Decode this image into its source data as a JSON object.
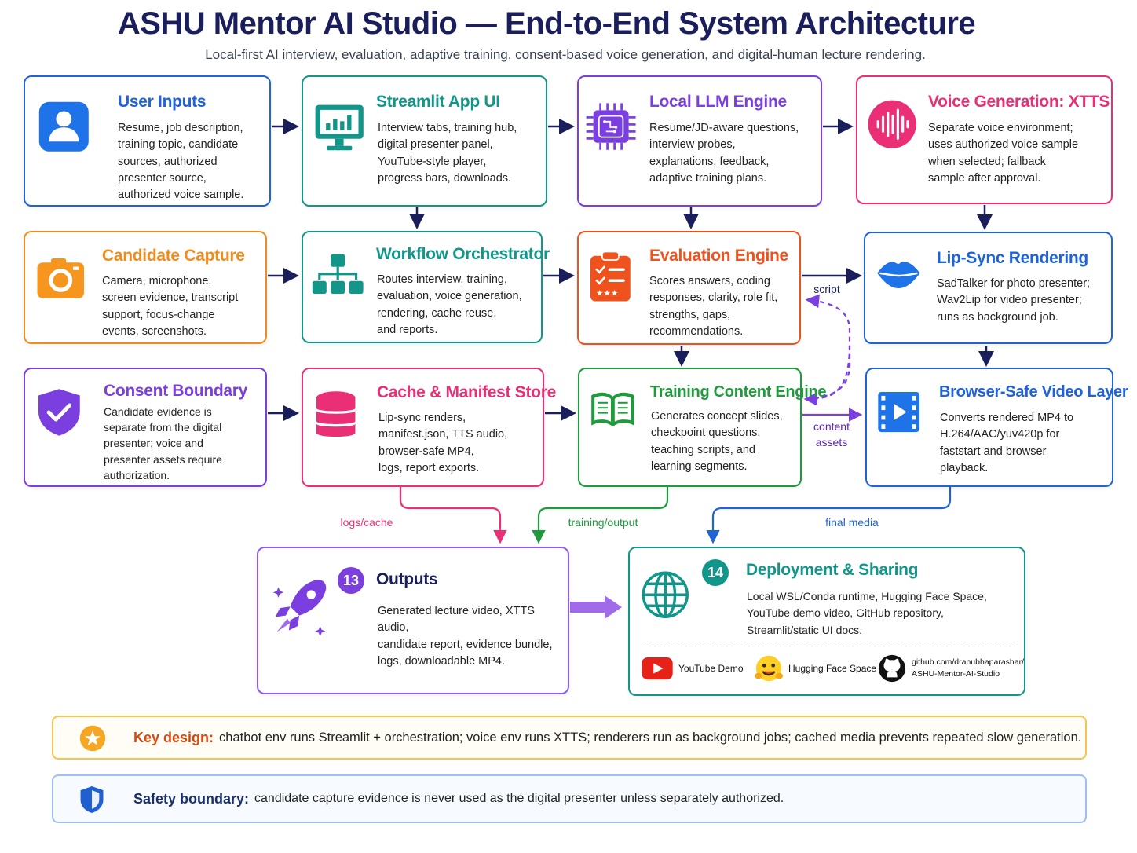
{
  "title": "ASHU Mentor AI Studio — End-to-End System Architecture",
  "subtitle": "Local-first AI interview, evaluation, adaptive training, consent-based voice generation, and digital-human lecture rendering.",
  "colors": {
    "blue": "#1f63d8",
    "teal": "#13968a",
    "purple": "#7b3fe0",
    "pink": "#ea2f76",
    "orange": "#f08c1e",
    "green": "#1f9a3c",
    "navy": "#1a1f5c"
  },
  "cards": {
    "user_inputs": {
      "icon": "user-icon",
      "title": "User Inputs",
      "lines": [
        "Resume, job description,",
        "training topic, candidate",
        "sources, authorized",
        "presenter source,",
        "authorized voice sample."
      ]
    },
    "streamlit": {
      "icon": "monitor-chart-icon",
      "title": "Streamlit App UI",
      "lines": [
        "Interview tabs, training hub,",
        "digital presenter panel,",
        "YouTube-style player,",
        "progress bars, downloads."
      ]
    },
    "llm": {
      "icon": "chip-icon",
      "title": "Local LLM Engine",
      "lines": [
        "Resume/JD-aware questions,",
        "interview probes,",
        "explanations, feedback,",
        "adaptive training plans."
      ]
    },
    "voice": {
      "icon": "waveform-icon",
      "title": "Voice Generation: XTTS",
      "lines": [
        "Separate voice environment;",
        "uses authorized voice sample",
        "when selected; fallback",
        "sample after approval."
      ]
    },
    "capture": {
      "icon": "camera-icon",
      "title": "Candidate Capture",
      "lines": [
        "Camera, microphone,",
        "screen evidence, transcript",
        "support, focus-change",
        "events, screenshots."
      ]
    },
    "orchestrator": {
      "icon": "hierarchy-icon",
      "title": "Workflow Orchestrator",
      "lines": [
        "Routes interview, training,",
        "evaluation, voice generation,",
        "rendering, cache reuse,",
        "and reports."
      ]
    },
    "evaluation": {
      "icon": "clipboard-icon",
      "title": "Evaluation Engine",
      "lines": [
        "Scores answers, coding",
        "responses, clarity, role fit,",
        "strengths, gaps,",
        "recommendations."
      ]
    },
    "lipsync": {
      "icon": "lips-icon",
      "title": "Lip-Sync Rendering",
      "lines": [
        "SadTalker for photo presenter;",
        "Wav2Lip for video presenter;",
        "runs as background job."
      ]
    },
    "consent": {
      "icon": "shield-check-icon",
      "title": "Consent Boundary",
      "lines": [
        "Candidate evidence is",
        "separate from the digital",
        "presenter; voice and",
        "presenter assets require",
        "authorization."
      ]
    },
    "cache": {
      "icon": "database-icon",
      "title": "Cache & Manifest Store",
      "lines": [
        "Lip-sync renders,",
        "manifest.json, TTS audio,",
        "browser-safe MP4,",
        "logs, report exports."
      ]
    },
    "training": {
      "icon": "book-icon",
      "title": "Training Content Engine",
      "lines": [
        "Generates concept slides,",
        "checkpoint questions,",
        "teaching scripts, and",
        "learning segments."
      ]
    },
    "video": {
      "icon": "film-play-icon",
      "title": "Browser-Safe Video Layer",
      "lines": [
        "Converts rendered MP4 to",
        "H.264/AAC/yuv420p for",
        "faststart and browser",
        "playback."
      ]
    }
  },
  "outputs": {
    "number": "13",
    "icon": "rocket-icon",
    "title": "Outputs",
    "lines": [
      "Generated lecture video, XTTS audio,",
      "candidate report, evidence bundle,",
      "logs, downloadable MP4."
    ]
  },
  "deployment": {
    "number": "14",
    "icon": "globe-icon",
    "title": "Deployment & Sharing",
    "lines": [
      "Local WSL/Conda runtime, Hugging Face Space,",
      "YouTube demo video, GitHub repository,",
      "Streamlit/static UI docs."
    ],
    "links": [
      {
        "icon": "youtube-icon",
        "label": "YouTube Demo"
      },
      {
        "icon": "hugging-face-icon",
        "label": "Hugging Face Space"
      },
      {
        "icon": "github-icon",
        "label_lines": [
          "github.com/dranubhaparashar/",
          "ASHU-Mentor-AI-Studio"
        ]
      }
    ]
  },
  "edge_labels": {
    "script": "script",
    "content_assets": [
      "content",
      "assets"
    ],
    "logs_cache": "logs/cache",
    "training_output": "training/output",
    "final_media": "final media"
  },
  "notes": {
    "key_design": {
      "icon": "star-icon",
      "lead": "Key design:",
      "text": "chatbot env runs Streamlit + orchestration;  voice env runs XTTS;  renderers run as background jobs;  cached media prevents repeated slow generation."
    },
    "safety": {
      "icon": "shield-icon",
      "lead": "Safety boundary:",
      "text": "candidate capture evidence is never used as the digital presenter unless separately authorized."
    }
  }
}
